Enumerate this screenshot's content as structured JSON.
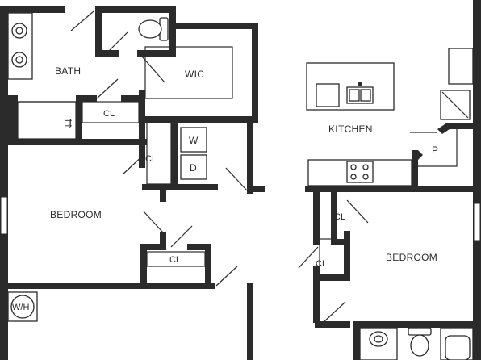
{
  "rooms": {
    "bath": "BATH",
    "wic": "WIC",
    "closet_bath": "CL",
    "closet_laundry": "CL",
    "bedroom_left": "BEDROOM",
    "closet_bedroom_left": "CL",
    "kitchen": "KITCHEN",
    "pantry": "P",
    "closet_right_top": "CL",
    "closet_right_bottom": "CL",
    "bedroom_right": "BEDROOM"
  },
  "appliances": {
    "washer": "W",
    "dryer": "D",
    "water_heater": "W/H"
  },
  "colors": {
    "wall": "#2b2b2b",
    "background": "#ffffff"
  }
}
